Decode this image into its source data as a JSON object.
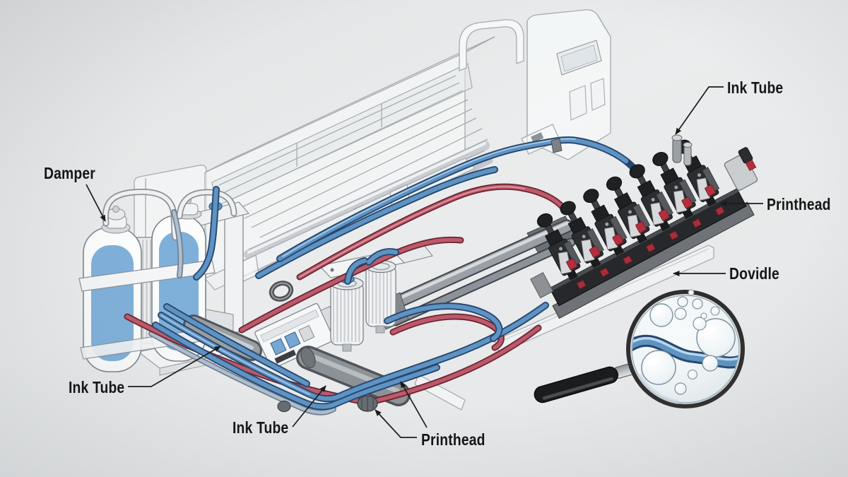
{
  "labels": {
    "damper": "Damper",
    "ink_tube_top": "Ink Tube",
    "printhead_right": "Printhead",
    "dovidle": "Dovidle",
    "ink_tube_left": "Ink Tube",
    "ink_tube_bottom": "Ink Tube",
    "printhead_bottom": "Printhead"
  },
  "colors": {
    "background": "#e8eaeb",
    "line_art": "#a6acb2",
    "ink_tube_blue": "#5e93c4",
    "ink_tube_red": "#bc5a6a",
    "ink_fill_blue": "#7fb0da",
    "printhead_dark": "#2b2d30",
    "printhead_accent_red": "#b42f3d",
    "label_text": "#161616",
    "leader_line": "#1a1a1a"
  }
}
